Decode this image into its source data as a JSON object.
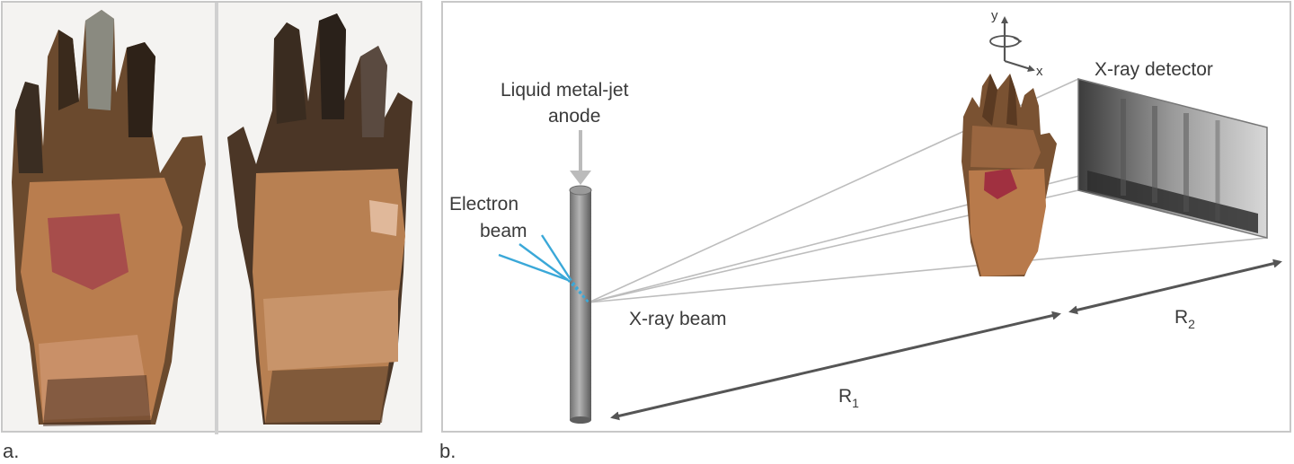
{
  "panel_a": {
    "letter": "a."
  },
  "panel_b": {
    "letter": "b.",
    "labels": {
      "anode_line1": "Liquid metal-jet",
      "anode_line2": "anode",
      "electron_line1": "Electron",
      "electron_line2": "beam",
      "xray_beam": "X-ray beam",
      "detector": "X-ray detector",
      "r1": "R",
      "r1_sub": "1",
      "r2": "R",
      "r2_sub": "2",
      "axis_y": "y",
      "axis_x": "x"
    }
  },
  "colors": {
    "frame": "#c8c8c8",
    "beam_lines": "#bdbdbd",
    "electron": "#3aa8d8",
    "arrow": "#555555",
    "anode": "#8a8a8a",
    "hand_skin": "#b77a4c",
    "hand_dark": "#5a3a22",
    "stain": "#a03040"
  }
}
